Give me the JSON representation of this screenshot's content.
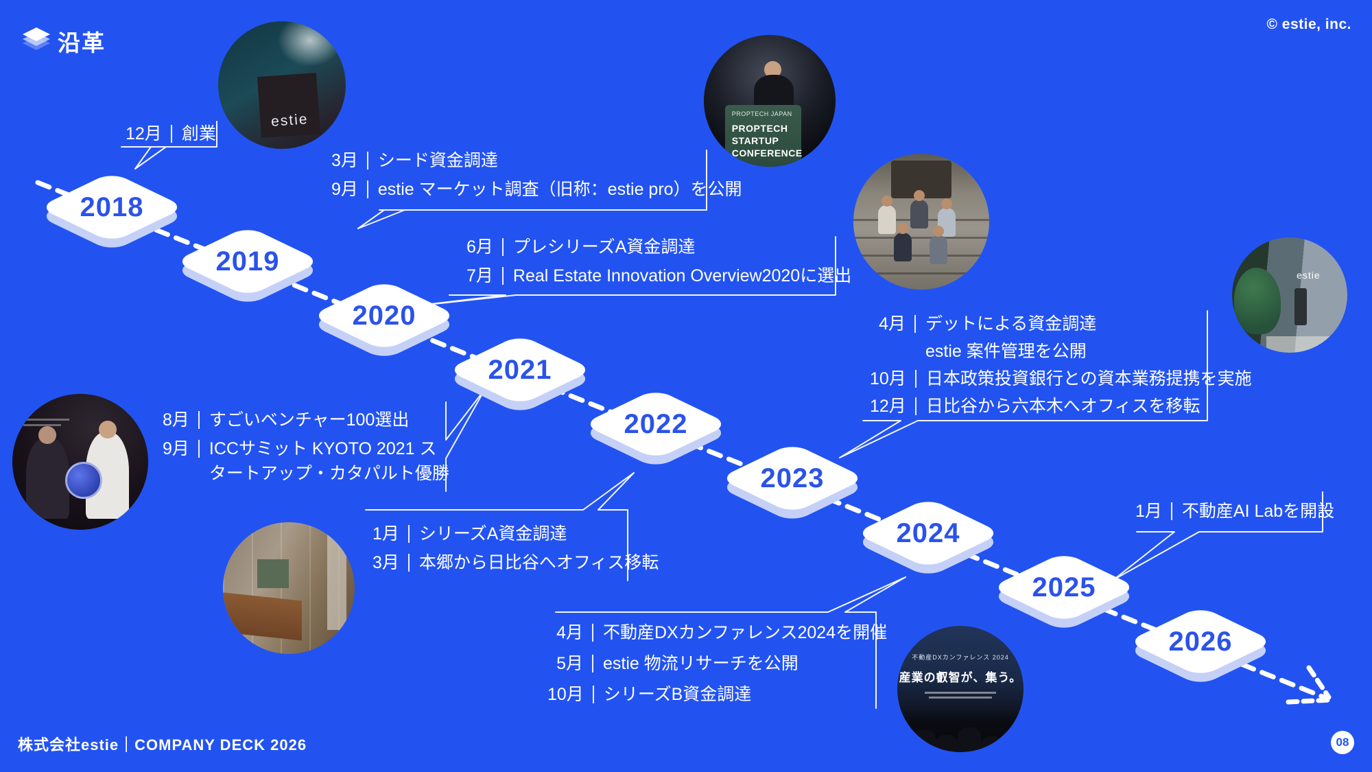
{
  "slide": {
    "title": "沿革",
    "copyright": "© estie, inc.",
    "footer": "株式会社estie｜COMPANY DECK 2026",
    "page_number": "08"
  },
  "colors": {
    "background": "#2253f1",
    "diamond_face": "#ffffff",
    "diamond_side": "#c5d0f7",
    "year_text": "#2b52e9",
    "line_and_text": "#ffffff"
  },
  "timeline": {
    "years": [
      "2018",
      "2019",
      "2020",
      "2021",
      "2022",
      "2023",
      "2024",
      "2025",
      "2026"
    ]
  },
  "callouts": [
    {
      "year": "2018",
      "events": [
        {
          "month": "12月",
          "text": "創業"
        }
      ]
    },
    {
      "year": "2019",
      "events": [
        {
          "month": "3月",
          "text": "シード資金調達"
        },
        {
          "month": "9月",
          "text": "estie マーケット調査（旧称：estie pro）を公開"
        }
      ]
    },
    {
      "year": "2020",
      "events": [
        {
          "month": "6月",
          "text": "プレシリーズA資金調達"
        },
        {
          "month": "7月",
          "text": "Real Estate Innovation Overview2020に選出"
        }
      ]
    },
    {
      "year": "2021",
      "events": [
        {
          "month": "8月",
          "text": "すごいベンチャー100選出"
        },
        {
          "month": "9月",
          "text": "ICCサミット KYOTO 2021 スタートアップ・カタパルト優勝"
        }
      ]
    },
    {
      "year": "2022",
      "events": [
        {
          "month": "1月",
          "text": "シリーズA資金調達"
        },
        {
          "month": "3月",
          "text": "本郷から日比谷へオフィス移転"
        }
      ]
    },
    {
      "year": "2023",
      "events": [
        {
          "month": "4月",
          "text": "デットによる資金調達"
        },
        {
          "month": "",
          "text": "estie 案件管理を公開"
        },
        {
          "month": "10月",
          "text": "日本政策投資銀行との資本業務提携を実施"
        },
        {
          "month": "12月",
          "text": "日比谷から六本木へオフィスを移転"
        }
      ]
    },
    {
      "year": "2024",
      "events": [
        {
          "month": "4月",
          "text": "不動産DXカンファレンス2024を開催"
        },
        {
          "month": "5月",
          "text": "estie 物流リサーチを公開"
        },
        {
          "month": "10月",
          "text": "シリーズB資金調達"
        }
      ]
    },
    {
      "year": "2025",
      "events": [
        {
          "month": "1月",
          "text": "不動産AI Labを開設"
        }
      ]
    }
  ],
  "photos": [
    {
      "name": "booth-team-photo",
      "labels": {
        "board": "estie"
      }
    },
    {
      "name": "proptech-conference-speaker-photo",
      "labels": {
        "podium_top": "PROPTECH JAPAN",
        "podium_main": "PROPTECH STARTUP CONFERENCE"
      }
    },
    {
      "name": "team-on-steps-photo",
      "labels": {}
    },
    {
      "name": "office-plant-photo",
      "labels": {
        "wall": "estie"
      }
    },
    {
      "name": "award-trophy-photo",
      "labels": {}
    },
    {
      "name": "office-entrance-photo",
      "labels": {}
    },
    {
      "name": "dx-conference-photo",
      "labels": {
        "logo": "不動産DXカンファレンス 2024",
        "banner": "産業の叡智が、集う。"
      }
    }
  ]
}
